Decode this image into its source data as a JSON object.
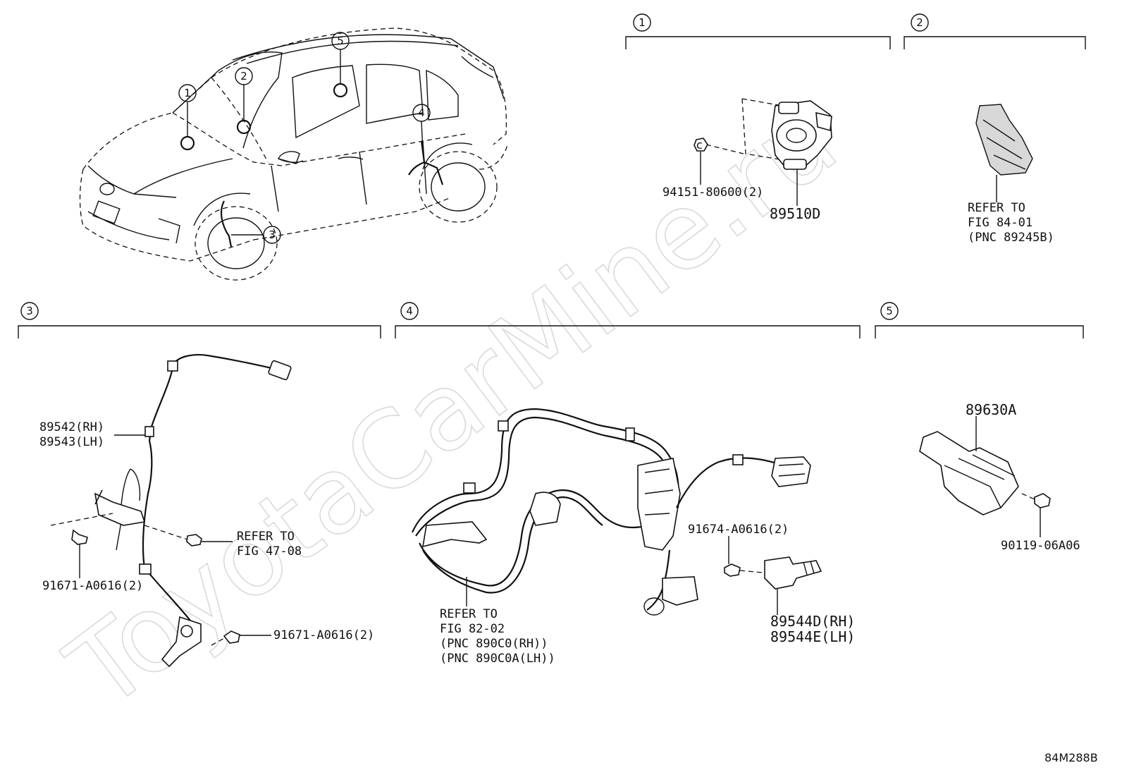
{
  "watermark": "ToyotaCarMine.ru",
  "figure_code": "84M288B",
  "callouts": [
    "1",
    "2",
    "3",
    "4",
    "5"
  ],
  "sections": {
    "s1": {
      "number": "1"
    },
    "s2": {
      "number": "2"
    },
    "s3": {
      "number": "3"
    },
    "s4": {
      "number": "4"
    },
    "s5": {
      "number": "5"
    }
  },
  "parts": {
    "p89510D": "89510D",
    "p94151": "94151-80600(2)",
    "refer_84_01": [
      "REFER TO",
      "FIG 84-01",
      "(PNC 89245B)"
    ],
    "p89542": "89542(RH)",
    "p89543": "89543(LH)",
    "refer_47_08": [
      "REFER TO",
      "FIG 47-08"
    ],
    "p91671_left": "91671-A0616(2)",
    "p91671_bottom": "91671-A0616(2)",
    "refer_82_02": [
      "REFER TO",
      "FIG 82-02",
      "(PNC 890C0(RH))",
      "(PNC 890C0A(LH))"
    ],
    "p91674": "91674-A0616(2)",
    "p89544D": "89544D(RH)",
    "p89544E": "89544E(LH)",
    "p89630A": "89630A",
    "p90119": "90119-06A06"
  }
}
